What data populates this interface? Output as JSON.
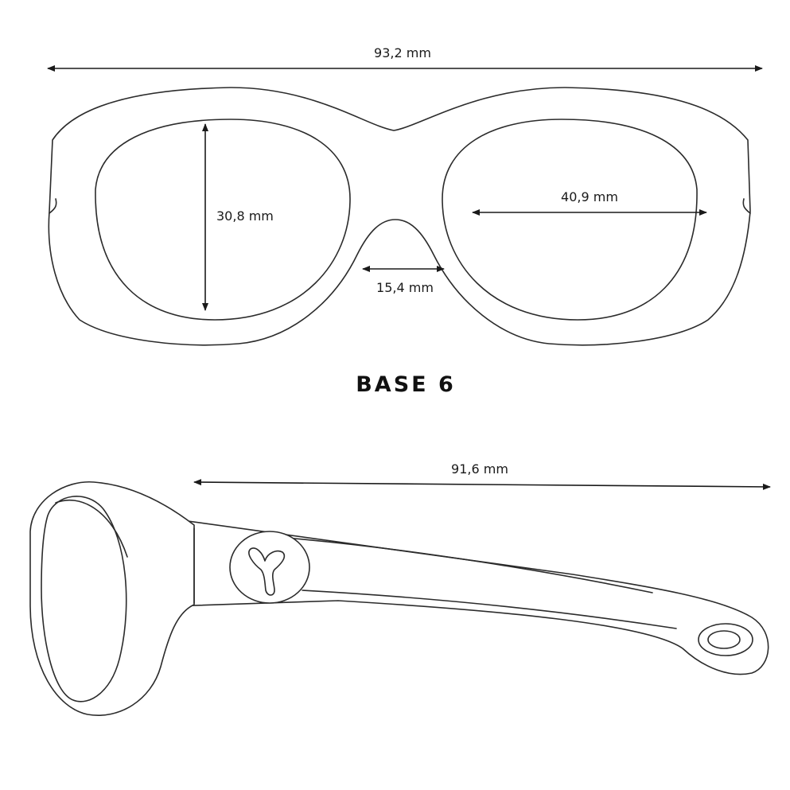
{
  "diagram": {
    "front_view": {
      "total_width": "93,2 mm",
      "lens_height": "30,8 mm",
      "lens_width": "40,9 mm",
      "bridge_width": "15,4 mm"
    },
    "base_label": "BASE 6",
    "side_view": {
      "temple_length": "91,6 mm"
    }
  }
}
